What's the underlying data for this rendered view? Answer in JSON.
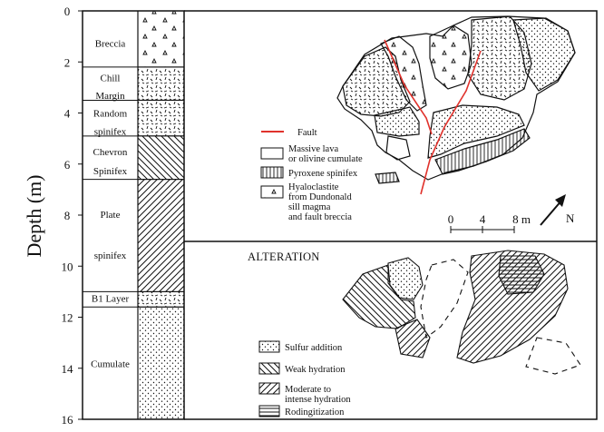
{
  "column": {
    "axis_label": "Depth (m)",
    "ticks": [
      "0",
      "2",
      "4",
      "6",
      "8",
      "10",
      "12",
      "14",
      "16"
    ],
    "units": [
      {
        "name": "breccia",
        "lines": [
          "Breccia"
        ],
        "pattern": "triangles"
      },
      {
        "name": "chill-margin",
        "lines": [
          "Chill",
          "Margin"
        ],
        "pattern": "random-dashes"
      },
      {
        "name": "random-spinifex",
        "lines": [
          "Random",
          "spinifex"
        ],
        "pattern": "random-dashes"
      },
      {
        "name": "chevron-spinifex",
        "lines": [
          "Chevron",
          "Spinifex"
        ],
        "pattern": "chevron"
      },
      {
        "name": "plate-spinifex",
        "lines": [
          "Plate",
          "spinifex"
        ],
        "pattern": "plates"
      },
      {
        "name": "b1-layer",
        "lines": [
          "B1 Layer"
        ],
        "pattern": "short-dashes"
      },
      {
        "name": "cumulate",
        "lines": [
          "Cumulate"
        ],
        "pattern": "stipple"
      }
    ]
  },
  "map_legend": {
    "fault": "Fault",
    "massive": [
      "Massive lava",
      "or olivine cumulate"
    ],
    "pyroxene": "Pyroxene spinifex",
    "hyaloclastite": [
      "Hyaloclastite",
      "from Dundonald",
      "sill magma",
      "and fault breccia"
    ]
  },
  "scale": {
    "labels": [
      "0",
      "4",
      "8 m"
    ]
  },
  "north": "N",
  "alteration": {
    "title": "ALTERATION",
    "items": [
      {
        "name": "sulfur-addition",
        "lines": [
          "Sulfur addition"
        ],
        "pattern": "stipple"
      },
      {
        "name": "weak-hydration",
        "lines": [
          "Weak hydration"
        ],
        "pattern": "back-hatch"
      },
      {
        "name": "moderate-hydration",
        "lines": [
          "Moderate to",
          "intense hydration"
        ],
        "pattern": "forward-hatch"
      },
      {
        "name": "rodingitization",
        "lines": [
          "Rodingitization"
        ],
        "pattern": "horizontal"
      }
    ]
  },
  "colors": {
    "fault": "#e0322c",
    "ink": "#111111"
  }
}
